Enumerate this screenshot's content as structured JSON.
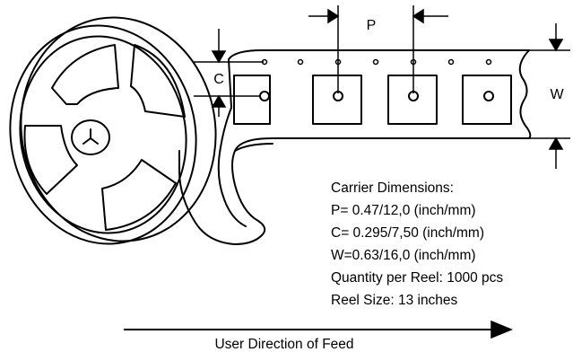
{
  "diagram": {
    "labels": {
      "pitch": "P",
      "cavity": "C",
      "width": "W"
    },
    "specs": {
      "heading": "Carrier Dimensions:",
      "pitch_line": "P= 0.47/12,0 (inch/mm)",
      "cavity_line": "C= 0.295/7,50 (inch/mm)",
      "width_line": "W=0.63/16,0 (inch/mm)",
      "quantity_line": "Quantity per Reel: 1000 pcs",
      "reel_size_line": "Reel Size: 13 inches"
    },
    "feed_label": "User Direction of Feed",
    "line_color": "#000000",
    "background_color": "#ffffff"
  }
}
